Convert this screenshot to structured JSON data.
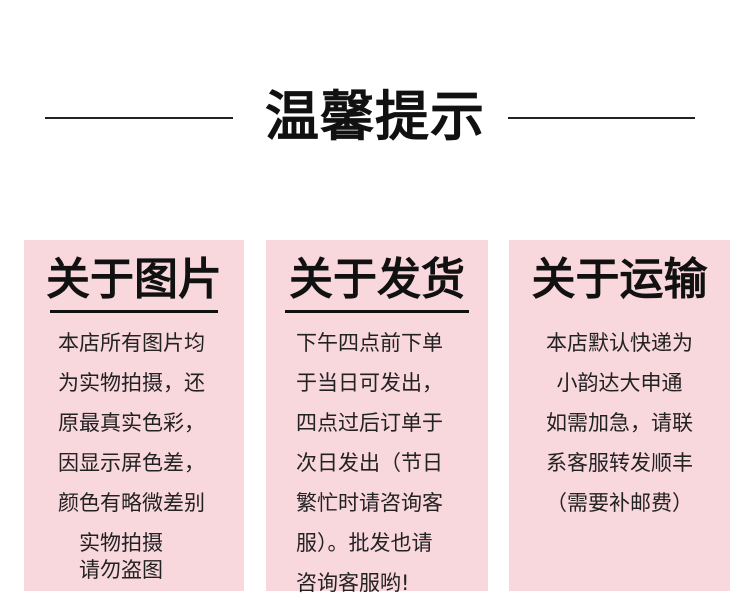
{
  "header": {
    "title": "温馨提示"
  },
  "cards": [
    {
      "title": "关于图片",
      "lines": [
        "本店所有图片均",
        "为实物拍摄，还",
        "原最真实色彩，",
        "因显示屏色差，",
        "颜色有略微差别"
      ],
      "note": [
        "实物拍摄",
        "请勿盗图"
      ]
    },
    {
      "title": "关于发货",
      "lines": [
        "下午四点前下单",
        "于当日可发出，",
        "四点过后订单于",
        "次日发出（节日",
        "繁忙时请咨询客",
        "服）。批发也请",
        "咨询客服哟!"
      ]
    },
    {
      "title": "关于运输",
      "lines": [
        "本店默认快递为",
        "小韵达大申通",
        "如需加急，请联",
        "系客服转发顺丰",
        "（需要补邮费）"
      ]
    }
  ],
  "colors": {
    "card_background": "#f8d7dd",
    "text": "#1a1a1a",
    "rule": "#222222"
  }
}
